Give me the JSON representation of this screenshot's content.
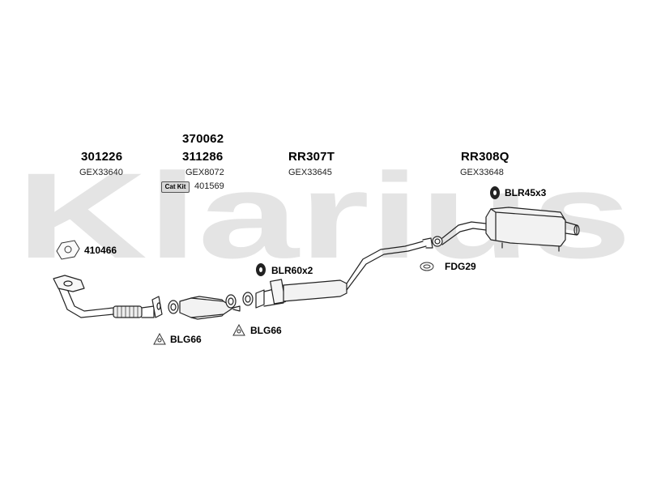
{
  "brand": {
    "watermark": "Klarius"
  },
  "parts": {
    "front_pipe": {
      "number": "301226",
      "oem": "GEX33640"
    },
    "catalyst": {
      "number_alt": "370062",
      "number": "311286",
      "oem": "GEX8072",
      "cat_kit_label": "Cat Kit",
      "cat_kit_number": "401569"
    },
    "centre_section": {
      "number": "RR307T",
      "oem": "GEX33645"
    },
    "rear_silencer": {
      "number": "RR308Q",
      "oem": "GEX33648"
    }
  },
  "accessories": {
    "gasket": "410466",
    "bolt_kit_1": "BLG66",
    "bolt_kit_2": "BLG66",
    "rubber_mount_centre": "BLR60x2",
    "rubber_mount_rear": "BLR45x3",
    "clamp": "FDG29"
  },
  "colors": {
    "watermark": "#e4e4e4",
    "line": "#222222",
    "metal_fill": "#f2f2f2"
  }
}
